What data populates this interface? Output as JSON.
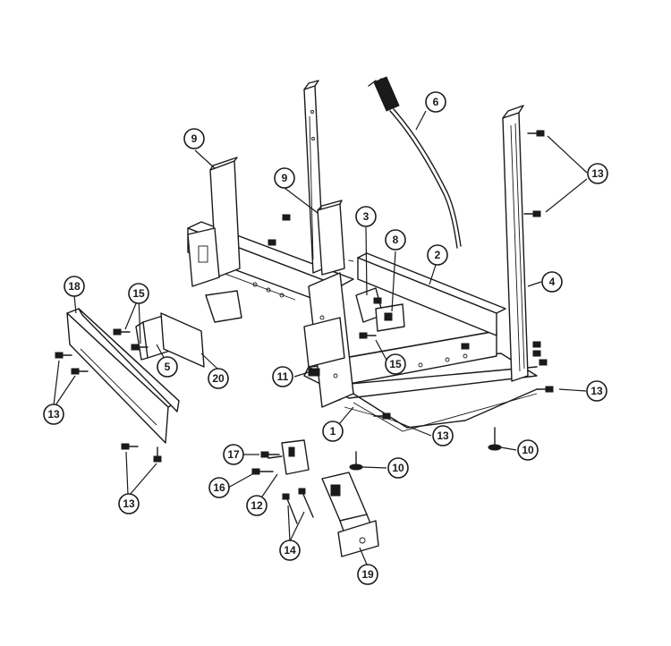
{
  "callouts": [
    {
      "id": "c1",
      "label": "1"
    },
    {
      "id": "c2",
      "label": "2"
    },
    {
      "id": "c3",
      "label": "3"
    },
    {
      "id": "c4",
      "label": "4"
    },
    {
      "id": "c5",
      "label": "5"
    },
    {
      "id": "c6",
      "label": "6"
    },
    {
      "id": "c8",
      "label": "8"
    },
    {
      "id": "c9a",
      "label": "9"
    },
    {
      "id": "c9b",
      "label": "9"
    },
    {
      "id": "c10a",
      "label": "10"
    },
    {
      "id": "c10b",
      "label": "10"
    },
    {
      "id": "c11",
      "label": "11"
    },
    {
      "id": "c12",
      "label": "12"
    },
    {
      "id": "c13a",
      "label": "13"
    },
    {
      "id": "c13b",
      "label": "13"
    },
    {
      "id": "c13c",
      "label": "13"
    },
    {
      "id": "c13d",
      "label": "13"
    },
    {
      "id": "c13e",
      "label": "13"
    },
    {
      "id": "c14",
      "label": "14"
    },
    {
      "id": "c15a",
      "label": "15"
    },
    {
      "id": "c15b",
      "label": "15"
    },
    {
      "id": "c16",
      "label": "16"
    },
    {
      "id": "c17",
      "label": "17"
    },
    {
      "id": "c18",
      "label": "18"
    },
    {
      "id": "c19",
      "label": "19"
    },
    {
      "id": "c20",
      "label": "20"
    }
  ]
}
